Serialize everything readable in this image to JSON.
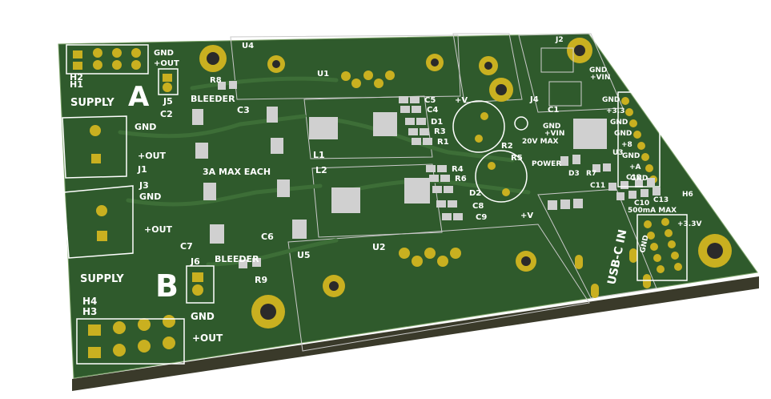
{
  "colors": {
    "board": "#2f5a2c",
    "board_dark": "#264a24",
    "copper": "#c9b020",
    "copper_dark": "#8d7a12",
    "silk": "#ffffff",
    "pad": "#d0d0d0",
    "edge": "#3a3a2a",
    "background": "#ffffff"
  },
  "supply_a": {
    "title": "SUPPLY",
    "letter": "A",
    "h2": "H2",
    "h1": "H1",
    "gnd": "GND",
    "out": "+OUT",
    "j5": "J5",
    "bleeder": "BLEEDER",
    "r8": "R8",
    "j1": "J1",
    "j1_gnd": "GND",
    "j1_out": "+OUT",
    "c2": "C2",
    "c3": "C3",
    "l1": "L1",
    "u4": "U4",
    "u1": "U1"
  },
  "divider": {
    "text": "3A MAX EACH",
    "l2": "L2"
  },
  "supply_b": {
    "title": "SUPPLY",
    "letter": "B",
    "h4": "H4",
    "h3": "H3",
    "gnd": "GND",
    "out": "+OUT",
    "j6": "J6",
    "bleeder": "BLEEDER",
    "r9": "R9",
    "j3": "J3",
    "j3_gnd": "GND",
    "j3_out": "+OUT",
    "c7": "C7",
    "c6": "C6",
    "u5": "U5",
    "u2": "U2"
  },
  "center": {
    "c5": "C5",
    "c4": "C4",
    "d1": "D1",
    "r3": "R3",
    "r1": "R1",
    "r2": "R2",
    "r5": "R5",
    "r4": "R4",
    "r6": "R6",
    "d2": "D2",
    "c8": "C8",
    "c9": "C9",
    "plus_v_top": "+V",
    "plus_v_bot": "+V"
  },
  "right": {
    "j2": "J2",
    "j2_gnd": "GND",
    "j2_vin": "+VIN",
    "j4": "J4",
    "c1": "C1",
    "gnd_vin_1": "GND",
    "gnd_vin_2": "+VIN",
    "gnd_vin_3": "20V MAX",
    "power": "POWER",
    "d3": "D3",
    "r7": "R7",
    "u3": "U3",
    "c11": "C11",
    "c12": "C12",
    "c10": "C10",
    "c13": "C13",
    "current": "500mA MAX",
    "usb": "USB-C IN",
    "gnd_r": "GND",
    "v33": "+3.3V"
  },
  "header_h6": {
    "label": "H6",
    "pins": [
      "GND",
      "+3.3",
      "GND",
      "GND",
      "+8",
      "GND",
      "+A",
      "GND"
    ]
  }
}
